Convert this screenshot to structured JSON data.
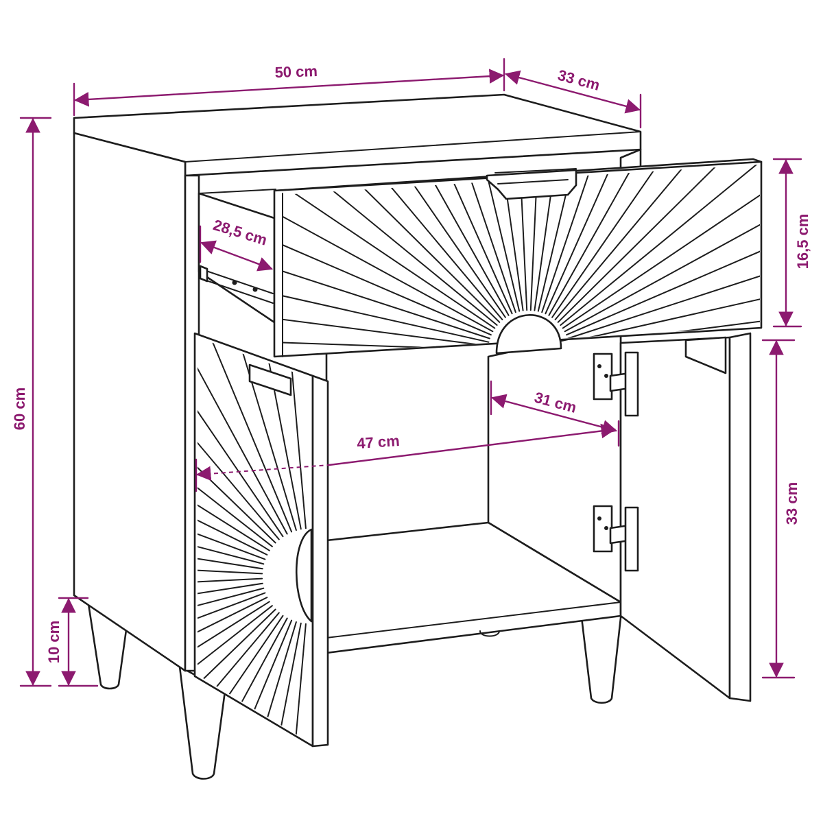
{
  "colors": {
    "dimension": "#8c1a6f",
    "line": "#1d1d1d",
    "fill": "#ffffff"
  },
  "dimensions": {
    "width": "50 cm",
    "depth": "33 cm",
    "height": "60 cm",
    "drawer_depth": "28,5 cm",
    "drawer_height": "16,5 cm",
    "interior_depth": "31 cm",
    "interior_width": "47 cm",
    "compartment_height": "33 cm",
    "leg_height": "10 cm"
  }
}
